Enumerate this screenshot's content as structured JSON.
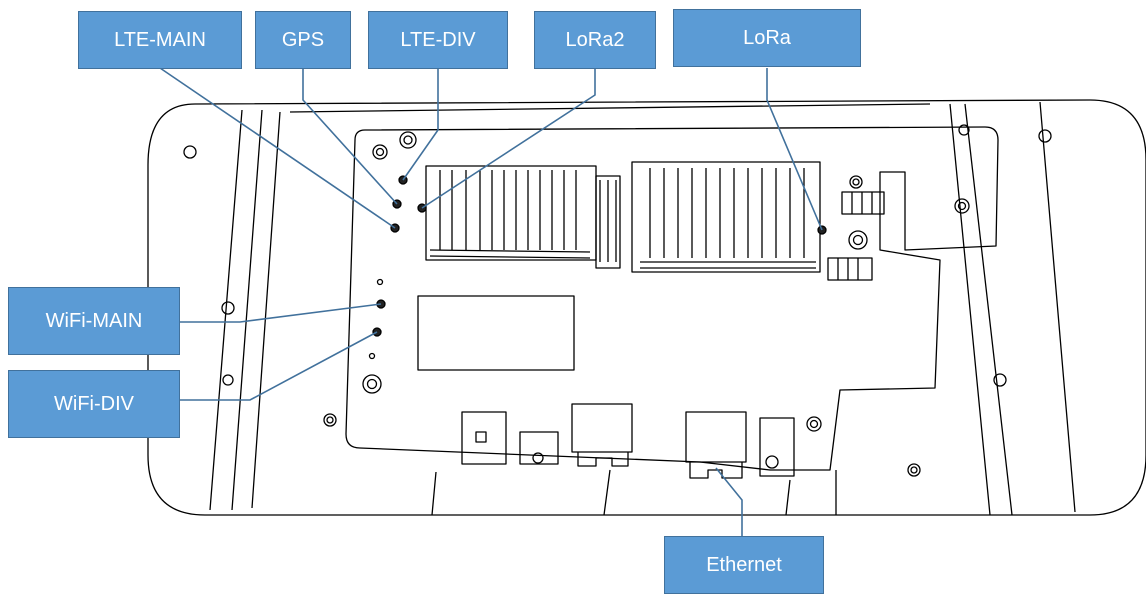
{
  "labels": {
    "lte_main": "LTE-MAIN",
    "gps": "GPS",
    "lte_div": "LTE-DIV",
    "lora2": "LoRa2",
    "lora": "LoRa",
    "wifi_main": "WiFi-MAIN",
    "wifi_div": "WiFi-DIV",
    "ethernet": "Ethernet"
  },
  "colors": {
    "label_fill": "#5b9bd5",
    "label_border": "#41719c",
    "leader_line": "#41719c",
    "drawing_line": "#000000"
  }
}
